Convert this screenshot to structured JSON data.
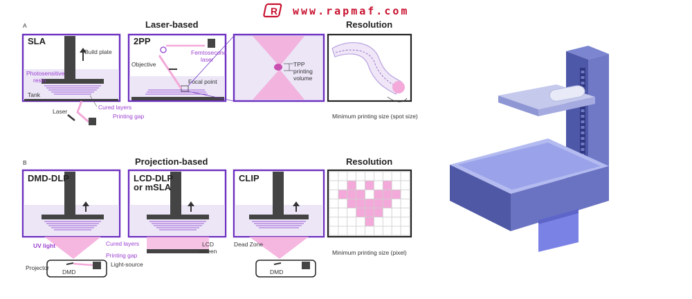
{
  "watermark": {
    "brand_text": "www.rapmaf.com",
    "logo_letters": "R",
    "color": "#c8102e"
  },
  "row_a": {
    "letter": "A",
    "group_title": "Laser-based",
    "sla": {
      "title": "SLA",
      "build_plate": "Build plate",
      "resin_line1": "Photosensitive",
      "resin_line2": "resin",
      "tank": "Tank",
      "laser": "Laser",
      "cured_layers": "Cured layers",
      "printing_gap": "Printing gap"
    },
    "tpp": {
      "title": "2PP",
      "femto_line1": "Femtosecond",
      "femto_line2": "laser",
      "objective": "Objective",
      "focal_point": "Focal point"
    },
    "zoom": {
      "tpp_line1": "TPP",
      "tpp_line2": "printing",
      "tpp_line3": "volume"
    },
    "resolution": {
      "title": "Resolution",
      "caption": "Minimum printing size (spot size)"
    }
  },
  "row_b": {
    "letter": "B",
    "group_title": "Projection-based",
    "dmd": {
      "title": "DMD-DLP",
      "uv_light": "UV light",
      "cured_layers": "Cured layers",
      "printing_gap": "Printing gap",
      "projector": "Projector",
      "dmd": "DMD",
      "light_source": "Light-source"
    },
    "lcd": {
      "title_line1": "LCD-DLP",
      "title_line2": "or mSLA",
      "lcd_line1": "LCD",
      "lcd_line2": "screen"
    },
    "clip": {
      "title": "CLIP",
      "dead_zone": "Dead Zone",
      "dmd": "DMD"
    },
    "resolution": {
      "title": "Resolution",
      "caption": "Minimum printing size (pixel)",
      "pixel_grid": {
        "cols": 9,
        "rows": 7,
        "filled": [
          [
            2,
            1
          ],
          [
            4,
            1
          ],
          [
            6,
            1
          ],
          [
            1,
            2
          ],
          [
            2,
            2
          ],
          [
            3,
            2
          ],
          [
            5,
            2
          ],
          [
            6,
            2
          ],
          [
            7,
            2
          ],
          [
            2,
            3
          ],
          [
            3,
            3
          ],
          [
            4,
            3
          ],
          [
            5,
            3
          ],
          [
            6,
            3
          ],
          [
            3,
            4
          ],
          [
            4,
            4
          ],
          [
            5,
            4
          ],
          [
            4,
            5
          ]
        ]
      }
    }
  },
  "colors": {
    "frame": "#6b2fbf",
    "resin": "#ece6f7",
    "beam": "#f3a9d9",
    "accent": "#9b3fd0",
    "printer_blue": "#5a64b4"
  }
}
